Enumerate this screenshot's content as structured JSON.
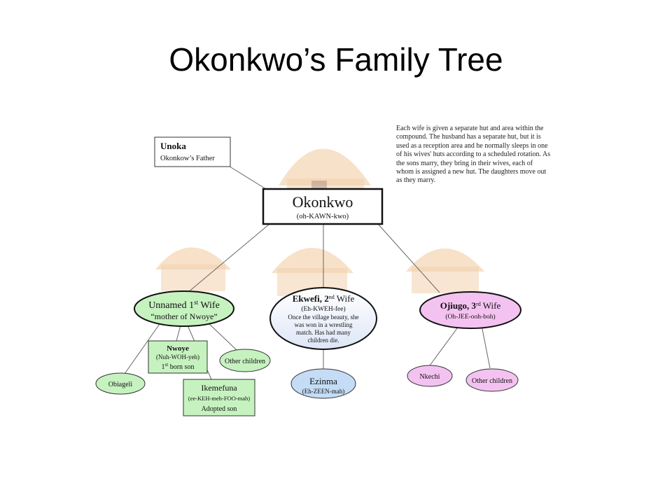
{
  "slide": {
    "title": "Okonkwo’s Family Tree"
  },
  "note": "Each wife is given a separate hut and area within the compound. The husband has a separate hut, but it is used as a reception area and he normally sleeps in one of his wives' huts according to a scheduled rotation. As the sons marry, they bring in their wives, each of whom is assigned a new hut. The daughters move out as they marry.",
  "nodes": {
    "unoka": {
      "name": "Unoka",
      "desc": "Okonkow’s Father"
    },
    "okonkwo": {
      "name": "Okonkwo",
      "pron": "(oh-KAWN-kwo)"
    },
    "wife1": {
      "name": "Unnamed 1",
      "sup": "st",
      "role": " Wife",
      "desc": "“mother of Nwoye”"
    },
    "wife2": {
      "name": "Ekwefi, 2",
      "sup": "nd",
      "role": " Wife",
      "pron": "(Eh-KWEH-fee)",
      "desc": [
        "Once the village beauty, she",
        "was won in a wrestling",
        "match.  Has had many",
        "children die."
      ]
    },
    "wife3": {
      "name": "Ojiugo, 3",
      "sup": "rd",
      "role": " Wife",
      "pron": "(Oh-JEE-ooh-boh)"
    },
    "nwoye": {
      "name": "Nwoye",
      "pron": "(Nuh-WOH-yeh)",
      "desc": "1",
      "sup": "st",
      "desc_rest": " born son"
    },
    "ikemefuna": {
      "name": "Ikemefuna",
      "pron": "(ee-KEH-meh-FOO-mah)",
      "desc": "Adopted son"
    },
    "obiageli": {
      "name": "Obiageli"
    },
    "other1": {
      "name": "Other children"
    },
    "ezinma": {
      "name": "Ezinma",
      "pron": "(Eh-ZEEN-mah)"
    },
    "nkechi": {
      "name": "Nkechi"
    },
    "other3": {
      "name": "Other children"
    }
  },
  "colors": {
    "wife1_fill": "#c6f2c0",
    "wife2_fill": "#eef2fb",
    "wife3_fill": "#f4c2f0",
    "child_green": "#c6f2c0",
    "ezinma_fill": "#c4dcf6",
    "child_pink": "#f4c2f0",
    "outline": "#111111"
  }
}
